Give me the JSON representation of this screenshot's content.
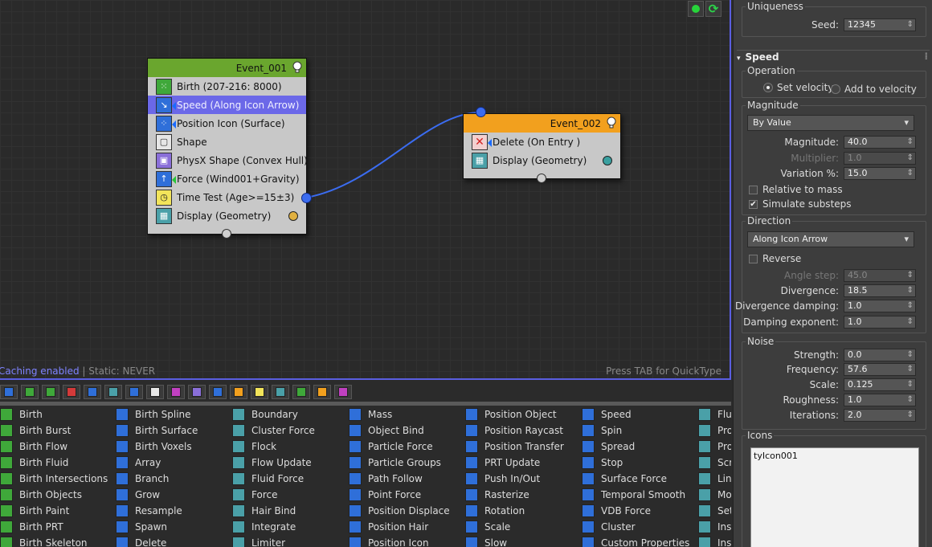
{
  "canvas": {
    "status_caching": "Caching enabled",
    "status_static": " | Static: NEVER",
    "quicktype_hint": "Press TAB for QuickType"
  },
  "event1": {
    "title": "Event_001",
    "header_color": "#6aa62e",
    "operators": [
      {
        "label": "Birth (207-216: 8000)",
        "icon": "birth-icon"
      },
      {
        "label": "Speed (Along Icon Arrow)",
        "icon": "speed-icon"
      },
      {
        "label": "Position Icon (Surface)",
        "icon": "position-icon"
      },
      {
        "label": "Shape",
        "icon": "shape-icon"
      },
      {
        "label": "PhysX Shape (Convex Hull)",
        "icon": "physx-shape-icon"
      },
      {
        "label": "Force (Wind001+Gravity)",
        "icon": "force-icon"
      },
      {
        "label": "Time Test (Age>=15±3)",
        "icon": "time-test-icon"
      },
      {
        "label": "Display (Geometry)",
        "icon": "display-icon"
      }
    ]
  },
  "event2": {
    "title": "Event_002",
    "header_color": "#f2a01e",
    "operators": [
      {
        "label": "Delete (On Entry )",
        "icon": "delete-icon"
      },
      {
        "label": "Display (Geometry)",
        "icon": "display-icon"
      }
    ]
  },
  "panel": {
    "uniqueness": {
      "title": "Uniqueness",
      "seed_label": "Seed:",
      "seed": "12345"
    },
    "speed": {
      "title": "Speed",
      "operation": {
        "title": "Operation",
        "set_velocity": "Set velocity",
        "add_velocity": "Add to velocity"
      },
      "magnitude": {
        "title": "Magnitude",
        "mode": "By Value",
        "magnitude_label": "Magnitude:",
        "magnitude": "40.0",
        "multiplier_label": "Multiplier:",
        "multiplier": "1.0",
        "variation_label": "Variation %:",
        "variation": "15.0",
        "relative_mass": "Relative to mass",
        "simulate_substeps": "Simulate substeps"
      },
      "direction": {
        "title": "Direction",
        "mode": "Along Icon Arrow",
        "reverse": "Reverse",
        "angle_step_label": "Angle step:",
        "angle_step": "45.0",
        "divergence_label": "Divergence:",
        "divergence": "18.5",
        "div_damping_label": "Divergence damping:",
        "div_damping": "1.0",
        "damp_exp_label": "Damping exponent:",
        "damp_exp": "1.0"
      },
      "noise": {
        "title": "Noise",
        "strength_label": "Strength:",
        "strength": "0.0",
        "frequency_label": "Frequency:",
        "frequency": "57.6",
        "scale_label": "Scale:",
        "scale": "0.125",
        "roughness_label": "Roughness:",
        "roughness": "1.0",
        "iterations_label": "Iterations:",
        "iterations": "2.0"
      },
      "icons": {
        "title": "Icons",
        "value": "tyIcon001"
      }
    }
  },
  "depot": {
    "col0": [
      "Birth",
      "Birth Burst",
      "Birth Flow",
      "Birth Fluid",
      "Birth Intersections",
      "Birth Objects",
      "Birth Paint",
      "Birth PRT",
      "Birth Skeleton"
    ],
    "col1": [
      "Birth Spline",
      "Birth Surface",
      "Birth Voxels",
      "Array",
      "Branch",
      "Grow",
      "Resample",
      "Spawn",
      "Delete"
    ],
    "col2": [
      "Boundary",
      "Cluster Force",
      "Flock",
      "Flow Update",
      "Fluid Force",
      "Force",
      "Hair Bind",
      "Integrate",
      "Limiter"
    ],
    "col3": [
      "Mass",
      "Object Bind",
      "Particle Force",
      "Particle Groups",
      "Path Follow",
      "Point Force",
      "Position Displace",
      "Position Hair",
      "Position Icon"
    ],
    "col4": [
      "Position Object",
      "Position Raycast",
      "Position Transfer",
      "PRT Update",
      "Push In/Out",
      "Rasterize",
      "Rotation",
      "Scale",
      "Slow"
    ],
    "col5": [
      "Speed",
      "Spin",
      "Spread",
      "Stop",
      "Surface Force",
      "Temporal Smooth",
      "VDB Force",
      "Cluster",
      "Custom Properties"
    ],
    "col6": [
      "Flu",
      "Pro",
      "Pro",
      "Scr",
      "Lin",
      "Mo",
      "Set",
      "Ins",
      "Ins"
    ]
  }
}
